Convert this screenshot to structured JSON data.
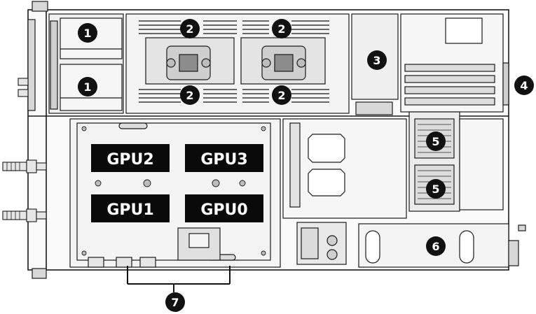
{
  "callouts": [
    "1",
    "1",
    "2",
    "2",
    "2",
    "2",
    "3",
    "4",
    "5",
    "5",
    "6",
    "7"
  ],
  "gpus": [
    "GPU2",
    "GPU3",
    "GPU1",
    "GPU0"
  ],
  "colors": {
    "line": "#1a1a1a",
    "panel_light": "#f2f2f2",
    "panel_mid": "#d8d8d8",
    "panel_dark": "#a8a8a8",
    "callout_fill": "#111111",
    "callout_text": "#ffffff",
    "gpu_fill": "#0a0a0a",
    "gpu_text": "#ffffff"
  }
}
